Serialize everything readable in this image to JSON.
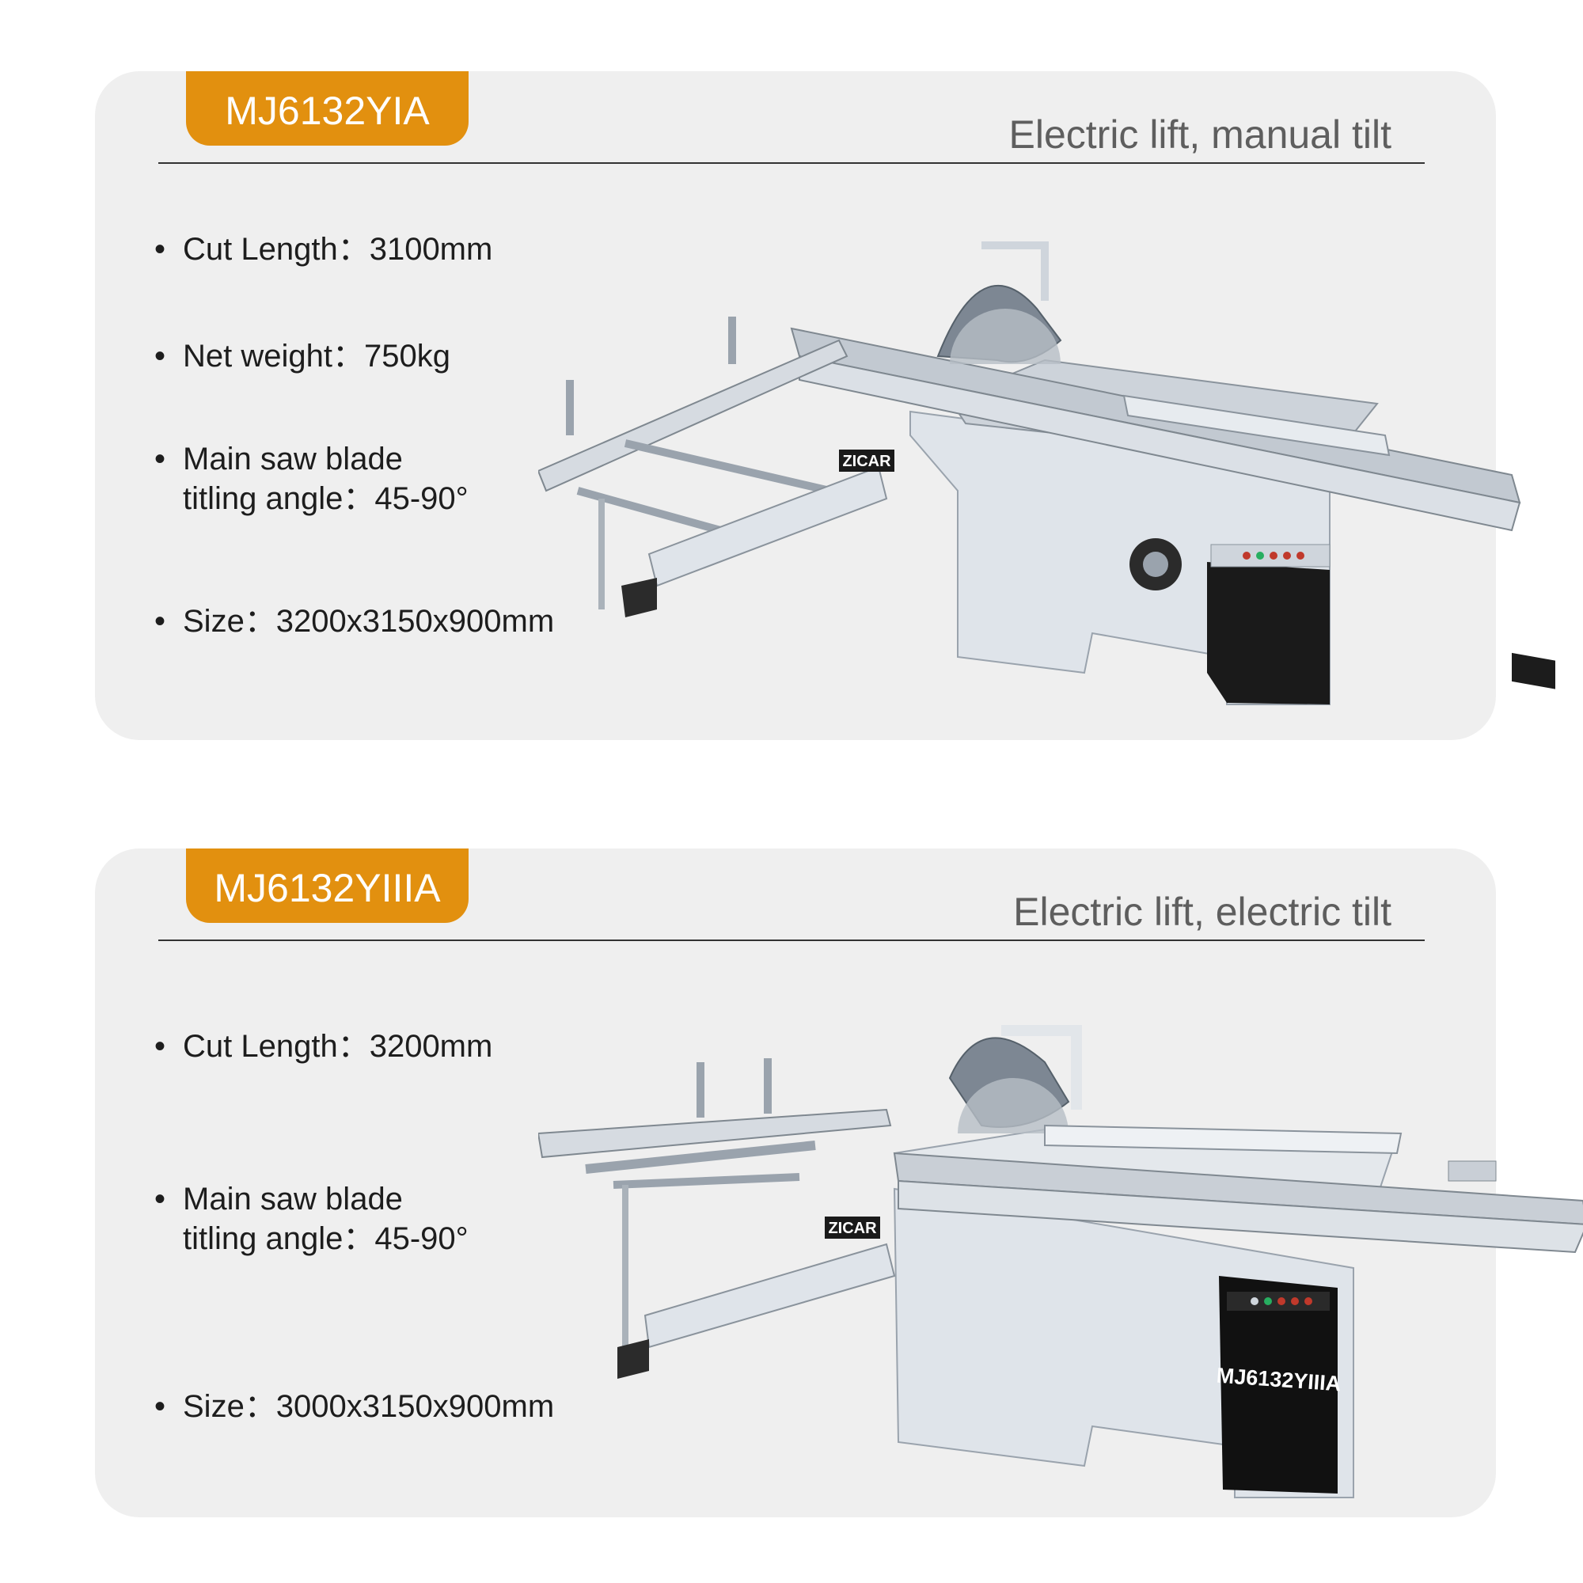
{
  "products": [
    {
      "model": "MJ6132YIA",
      "tagline": "Electric lift, manual tilt",
      "specs": [
        "Cut Length：3100mm",
        "Net weight：750kg",
        "Main saw blade titling angle：45-90°",
        "Size：3200x3150x900mm"
      ],
      "spec_lines": {
        "angle_line1": "Main saw blade",
        "angle_line2": "titling angle：45-90°"
      },
      "brand": "ZICAR"
    },
    {
      "model": "MJ6132YIIIA",
      "tagline": "Electric lift, electric tilt",
      "specs": [
        "Cut Length：3200mm",
        "Main saw blade titling angle：45-90°",
        "Size：3000x3150x900mm"
      ],
      "spec_lines": {
        "angle_line1": "Main saw blade",
        "angle_line2": "titling angle：45-90°"
      },
      "brand": "ZICAR",
      "panel_label": "MJ6132YIIIA"
    }
  ],
  "colors": {
    "badge": "#e2900f",
    "card": "#efefef",
    "tagline": "#5e5e5e",
    "text": "#1d1d1d"
  },
  "bullet": "•"
}
